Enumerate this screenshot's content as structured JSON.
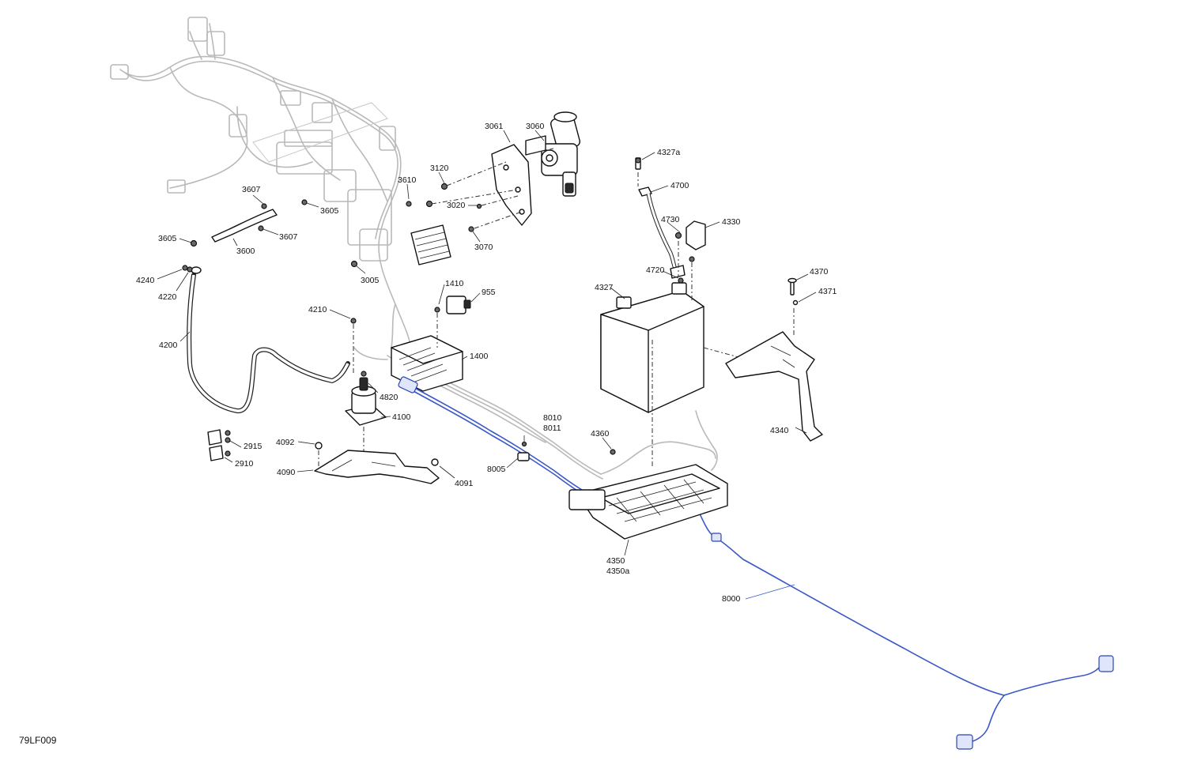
{
  "diagram": {
    "reference_code": "79LF009",
    "callouts": {
      "c3061": "3061",
      "c3060": "3060",
      "c3120": "3120",
      "c3610": "3610",
      "c3020": "3020",
      "c3070": "3070",
      "c3607a": "3607",
      "c3605a": "3605",
      "c3607b": "3607",
      "c3605b": "3605",
      "c3600": "3600",
      "c3005": "3005",
      "c4240": "4240",
      "c4220": "4220",
      "c4200": "4200",
      "c1410": "1410",
      "c955": "955",
      "c4210": "4210",
      "c1400": "1400",
      "c4820": "4820",
      "c4100": "4100",
      "c2915": "2915",
      "c2910": "2910",
      "c4092": "4092",
      "c4090": "4090",
      "c4091": "4091",
      "c8010": "8010",
      "c8011": "8011",
      "c8005": "8005",
      "c4360": "4360",
      "c4350": "4350",
      "c4350a": "4350a",
      "c8000": "8000",
      "c4327a": "4327a",
      "c4700": "4700",
      "c4730": "4730",
      "c4330": "4330",
      "c4720": "4720",
      "c4327": "4327",
      "c4370": "4370",
      "c4371": "4371",
      "c4340": "4340"
    },
    "colors": {
      "outline": "#111111",
      "ghost_parts": "#b9b9b9",
      "highlight_harness": "#3a58c8"
    }
  }
}
